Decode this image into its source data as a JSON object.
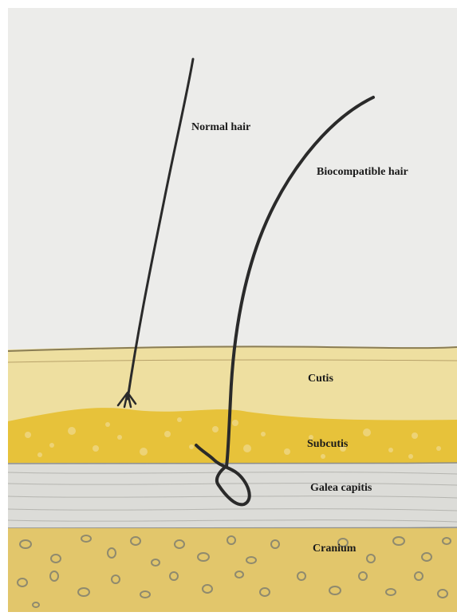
{
  "labels": {
    "normal_hair": "Normal hair",
    "biocompatible_hair": "Biocompatible hair",
    "cutis": "Cutis",
    "subcutis": "Subcutis",
    "galea_capitis": "Galea capitis",
    "cranium": "Cranium"
  },
  "colors": {
    "paper": "#ececea",
    "cutis": "#eedfa0",
    "subcutis": "#e7c23a",
    "subcutis_spots": "#f0d98a",
    "galea": "#dcdcd8",
    "cranium": "#e2c66b",
    "cranium_nodules": "#8f8a6e",
    "hair": "#2a2a2a"
  }
}
